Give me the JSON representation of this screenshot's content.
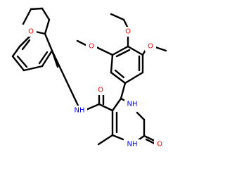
{
  "molecule": {
    "colors": {
      "bond": "#000000",
      "oxygen": "#ff0000",
      "nitrogen": "#0000ff",
      "background": "#ffffff"
    },
    "atoms": {
      "o_ethoxy": "O",
      "o_methoxy_left": "O",
      "o_methoxy_top": "O",
      "o_methoxy_right": "O",
      "o_amide": "O",
      "nh_amide": "NH",
      "nh_ring_upper": "NH",
      "nh_ring_lower": "NH",
      "o_urea": "O"
    }
  }
}
